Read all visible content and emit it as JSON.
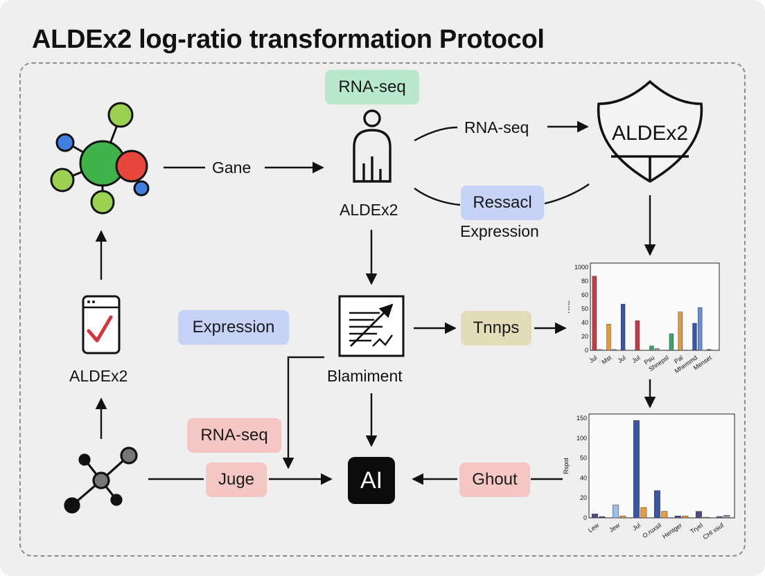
{
  "title": "ALDEx2 log-ratio transformation Protocol",
  "labels": {
    "rna_seq_top": "RNA-seq",
    "gane": "Gane",
    "person_label": "ALDEx2",
    "rna_seq_arrow": "RNA-seq",
    "shield_text": "ALDEx2",
    "ressacl": "Ressacl",
    "expression_right": "Expression",
    "expression_left": "Expression",
    "clipboard_label": "ALDEx2",
    "blamiment": "Blamiment",
    "tnnps": "Tnnps",
    "rna_seq_bottom": "RNA-seq",
    "juge": "Juge",
    "ai": "AI",
    "ghout": "Ghout"
  },
  "colors": {
    "green_pill": "#b9e8cd",
    "blue_pill": "#c6d2f6",
    "red_pill": "#f4c6c4",
    "tan_pill": "#e2dcb8"
  },
  "icons": [
    "molecule-icon",
    "person-chart-icon",
    "shield-icon",
    "clipboard-check-icon",
    "chart-document-icon",
    "network-icon",
    "ai-chip-icon"
  ],
  "chart_data": [
    {
      "type": "bar",
      "categories": [
        "Jul",
        "Mst",
        "Jul",
        "Jul",
        "Psu",
        "Shnepsl",
        "Pal",
        "Mhemmd",
        "Menset"
      ],
      "y_ticks": [
        "0",
        "20",
        "40",
        "50",
        "60",
        "80",
        "1000"
      ],
      "ylabel": "Rme",
      "ylim": [
        0,
        100
      ],
      "series": [
        {
          "values": [
            85,
            30,
            53,
            34,
            5,
            0,
            44,
            31,
            1
          ],
          "colors": [
            "#d8323d",
            "#e79b3d",
            "#3a56a7",
            "#d8323d",
            "#3aa46b",
            "#3aa46b",
            "#e79b3d",
            "#3a56a7",
            "#3a56a7"
          ]
        },
        {
          "values": [
            1,
            1,
            0,
            0,
            2,
            19,
            0,
            49,
            0
          ],
          "colors": [
            "#999999",
            "#999999",
            "#999999",
            "#999999",
            "#999999",
            "#3aa46b",
            "#999999",
            "#6c8fd9",
            "#999999"
          ]
        }
      ]
    },
    {
      "type": "bar",
      "categories": [
        "Lew",
        "Jew",
        "Jul",
        "O.ruxsil",
        "Hentger",
        "Tryel",
        "CHl xsuf"
      ],
      "y_ticks": [
        "0",
        "20",
        "40",
        "50",
        "100",
        "150"
      ],
      "ylabel": "Rspot",
      "ylim": [
        0,
        160
      ],
      "series": [
        {
          "values": [
            6,
            20,
            150,
            42,
            3,
            10,
            2
          ],
          "colors": [
            "#4c4c8a",
            "#9cc0ee",
            "#3a56a7",
            "#3a56a7",
            "#4c4c8a",
            "#4c4c8a",
            "#4c4c8a"
          ]
        },
        {
          "values": [
            2,
            3,
            16,
            10,
            3,
            1,
            4
          ],
          "colors": [
            "#4c4c8a",
            "#e79b3d",
            "#e79b3d",
            "#e79b3d",
            "#e79b3d",
            "#999999",
            "#999999"
          ]
        }
      ]
    }
  ]
}
